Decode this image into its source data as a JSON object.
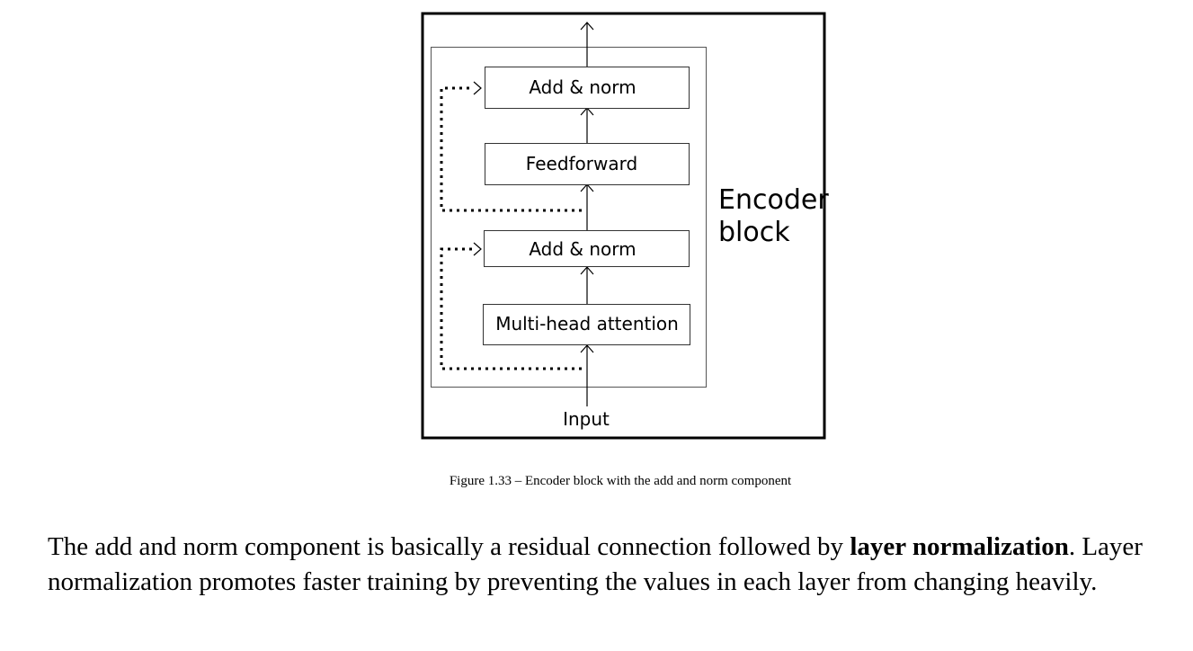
{
  "diagram": {
    "outer_label_line1": "Encoder",
    "outer_label_line2": "block",
    "input_label": "Input",
    "blocks": {
      "add_norm_top": "Add & norm",
      "feedforward": "Feedforward",
      "add_norm_bottom": "Add & norm",
      "multi_head_attention": "Multi-head attention"
    }
  },
  "caption": "Figure 1.33 – Encoder block with the add and norm component",
  "paragraph": {
    "part1": "The add and norm component is basically a residual connection followed by ",
    "bold": "layer normalization",
    "part2": ". Layer normalization promotes faster training by preventing the values in each layer from changing heavily."
  }
}
